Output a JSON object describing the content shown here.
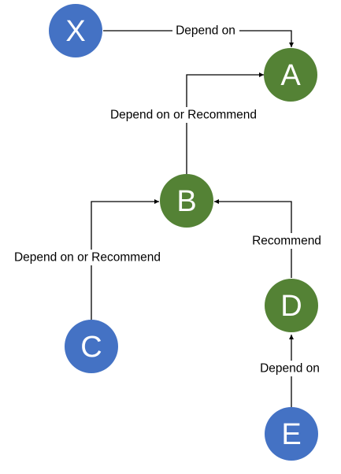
{
  "colors": {
    "blue_node": "#4472C4",
    "green_node": "#548235",
    "edge": "#000000",
    "node_text": "#ffffff"
  },
  "nodes": {
    "x": {
      "label": "X",
      "color": "blue"
    },
    "a": {
      "label": "A",
      "color": "green"
    },
    "b": {
      "label": "B",
      "color": "green"
    },
    "c": {
      "label": "C",
      "color": "blue"
    },
    "d": {
      "label": "D",
      "color": "green"
    },
    "e": {
      "label": "E",
      "color": "blue"
    }
  },
  "edges": {
    "x_to_a": {
      "from": "X",
      "to": "A",
      "label": "Depend on"
    },
    "b_to_a": {
      "from": "B",
      "to": "A",
      "label": "Depend on or Recommend"
    },
    "c_to_b": {
      "from": "C",
      "to": "B",
      "label": "Depend on or Recommend"
    },
    "d_to_b": {
      "from": "D",
      "to": "B",
      "label": "Recommend"
    },
    "e_to_d": {
      "from": "E",
      "to": "D",
      "label": "Depend on"
    }
  }
}
